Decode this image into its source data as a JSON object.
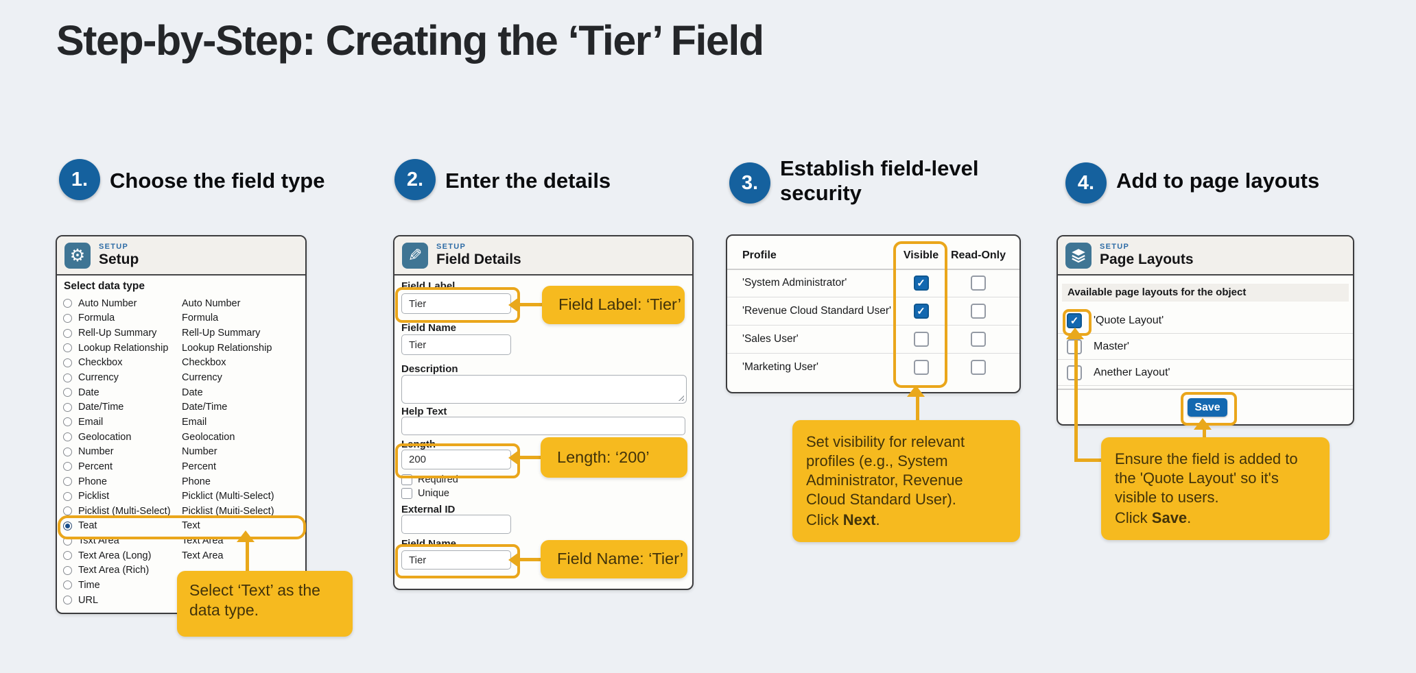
{
  "title": "Step-by-Step: Creating the ‘Tier’ Field",
  "steps": [
    {
      "num": "1.",
      "label": "Choose the field type"
    },
    {
      "num": "2.",
      "label": "Enter the details"
    },
    {
      "num": "3.",
      "label": "Establish field-level security"
    },
    {
      "num": "4.",
      "label": "Add to page layouts"
    }
  ],
  "colors": {
    "accent_yellow": "#f6ba1f",
    "highlight_ring": "#eaa61b",
    "step_blue": "#15619e",
    "check_blue": "#1368b0",
    "icon_teal": "#3f7594"
  },
  "panel1": {
    "kicker": "SETUP",
    "title": "Setup",
    "gear_icon": "⚙",
    "heading": "Select data type",
    "rows": [
      {
        "left": "Auto Number",
        "right": "Auto Number",
        "selected": false,
        "highlight": false
      },
      {
        "left": "Formula",
        "right": "Formula",
        "selected": false,
        "highlight": false
      },
      {
        "left": "Rell-Up Summary",
        "right": "Rell-Up Summary",
        "selected": false,
        "highlight": false
      },
      {
        "left": "Lookup Relationship",
        "right": "Lookup Relationship",
        "selected": false,
        "highlight": false
      },
      {
        "left": "Checkbox",
        "right": "Checkbox",
        "selected": false,
        "highlight": false
      },
      {
        "left": "Currency",
        "right": "Currency",
        "selected": false,
        "highlight": false
      },
      {
        "left": "Date",
        "right": "Date",
        "selected": false,
        "highlight": false
      },
      {
        "left": "Date/Time",
        "right": "Date/Time",
        "selected": false,
        "highlight": false
      },
      {
        "left": "Email",
        "right": "Email",
        "selected": false,
        "highlight": false
      },
      {
        "left": "Geolocation",
        "right": "Geolocation",
        "selected": false,
        "highlight": false
      },
      {
        "left": "Number",
        "right": "Number",
        "selected": false,
        "highlight": false
      },
      {
        "left": "Percent",
        "right": "Percent",
        "selected": false,
        "highlight": false
      },
      {
        "left": "Phone",
        "right": "Phone",
        "selected": false,
        "highlight": false
      },
      {
        "left": "Picklist",
        "right": "Picklict (Multi-Select)",
        "selected": false,
        "highlight": false
      },
      {
        "left": "Picklist (Multi-Select)",
        "right": "Picklist (Muiti-Select)",
        "selected": false,
        "highlight": false
      },
      {
        "left": "Teat",
        "right": "Text",
        "selected": true,
        "highlight": true
      },
      {
        "left": "Tsxt Area",
        "right": "Text Area",
        "selected": false,
        "highlight": false
      },
      {
        "left": "Text Area (Long)",
        "right": "Text Area",
        "selected": false,
        "highlight": false
      },
      {
        "left": "Text Area (Rich)",
        "right": "",
        "selected": false,
        "highlight": false
      },
      {
        "left": "Time",
        "right": "",
        "selected": false,
        "highlight": false
      },
      {
        "left": "URL",
        "right": "",
        "selected": false,
        "highlight": false
      }
    ],
    "callout": "Select ‘Text’ as the data type."
  },
  "panel2": {
    "kicker": "SETUP",
    "title": "Field Details",
    "pencil_icon": "✎",
    "field_label": {
      "label": "Field Label",
      "value": "Tier"
    },
    "field_name": {
      "label": "Field Name",
      "value": "Tier"
    },
    "description": {
      "label": "Description",
      "value": ""
    },
    "help_text": {
      "label": "Help Text",
      "value": ""
    },
    "length": {
      "label": "Length",
      "value": "200"
    },
    "required_label": "Required",
    "unique_label": "Unique",
    "external_id": {
      "label": "External ID",
      "value": ""
    },
    "field_name2": {
      "label": "Field Name",
      "value": "Tier"
    },
    "callout_label": "Field Label: ‘Tier’",
    "callout_length": "Length: ‘200’",
    "callout_name": "Field Name: ‘Tier’"
  },
  "panel3": {
    "headers": [
      "Profile",
      "Visible",
      "Read-Only"
    ],
    "rows": [
      {
        "profile": "'System Administrator'",
        "visible": true,
        "read_only": false
      },
      {
        "profile": "'Revenue Cloud Standard User'",
        "visible": true,
        "read_only": false
      },
      {
        "profile": "'Sales User'",
        "visible": false,
        "read_only": false
      },
      {
        "profile": "'Marketing User'",
        "visible": false,
        "read_only": false
      }
    ],
    "callout": {
      "body": "Set visibility for relevant profiles (e.g., System Administrator, Revenue Cloud Standard User).",
      "action_prefix": "Click ",
      "action_bold": "Next",
      "action_suffix": "."
    }
  },
  "panel4": {
    "kicker": "SETUP",
    "title": "Page Layouts",
    "heading": "Available page layouts for the object",
    "rows": [
      {
        "label": "'Quote Layout'",
        "checked": true,
        "highlight": true
      },
      {
        "label": "Master'",
        "checked": false,
        "highlight": false
      },
      {
        "label": "Anether Layout'",
        "checked": false,
        "highlight": false
      }
    ],
    "save_label": "Save",
    "callout": {
      "body": "Ensure the field is added to the 'Quote Layout' so it's visible to users.",
      "action_prefix": "Click ",
      "action_bold": "Save",
      "action_suffix": "."
    }
  }
}
